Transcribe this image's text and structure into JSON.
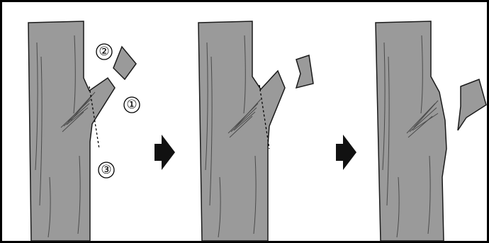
{
  "diagram": {
    "step_labels": {
      "first_cut": "①",
      "second_cut": "②",
      "third_cut": "③"
    },
    "colors": {
      "bark": "#9a9a9a",
      "outline": "#1a1a1a",
      "texture": "#4a4a4a",
      "arrow": "#111111",
      "background": "#ffffff",
      "frame": "#000000"
    },
    "panels": [
      {
        "name": "panel-1-three-cuts"
      },
      {
        "name": "panel-2-branch-removed"
      },
      {
        "name": "panel-3-stub-removed"
      }
    ],
    "arrows": [
      {
        "name": "arrow-1",
        "direction": "right"
      },
      {
        "name": "arrow-2",
        "direction": "right"
      }
    ]
  }
}
